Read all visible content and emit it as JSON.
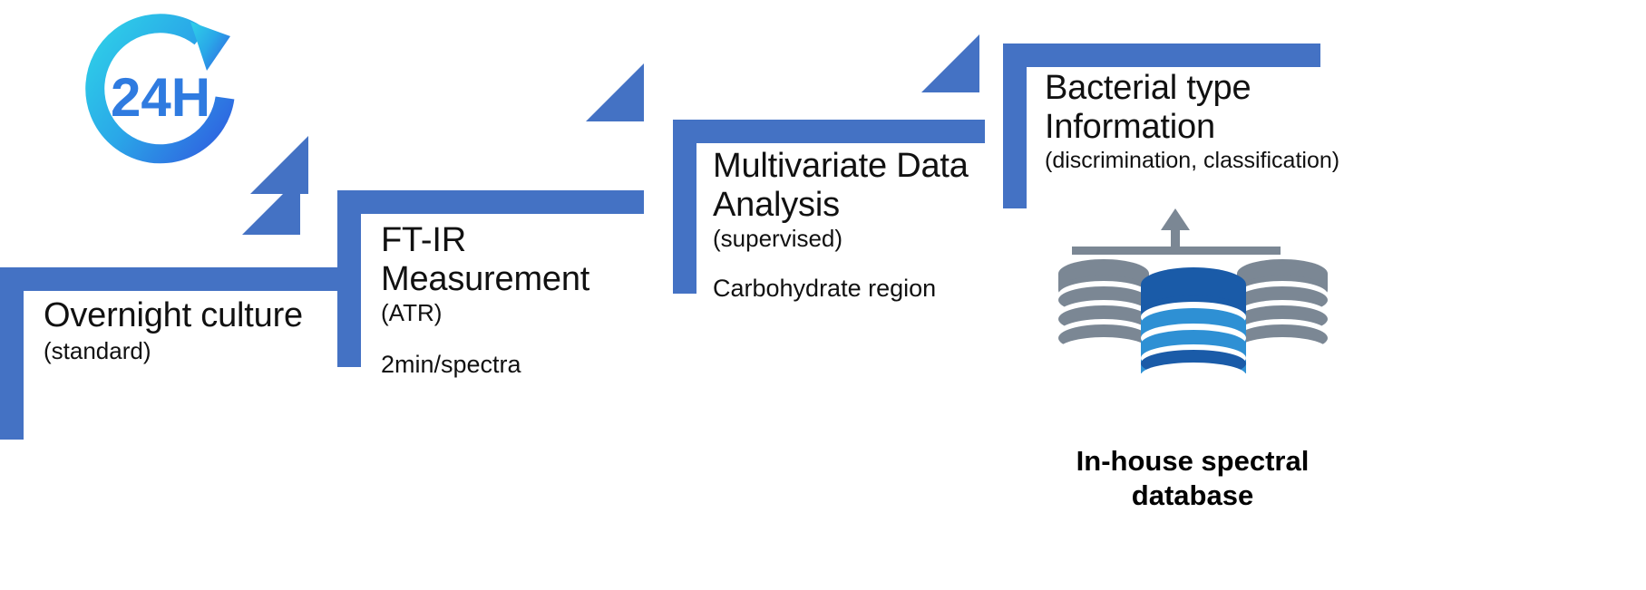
{
  "theme": {
    "accent": "#4472C4",
    "text": "#111111",
    "db_gray": "#7B8794",
    "db_blue_dark": "#1A5BA8",
    "db_blue_light": "#2E90D4",
    "icon_cyan": "#27C6E6",
    "icon_blue": "#2F6BE4",
    "background": "#FFFFFF"
  },
  "diagram": {
    "type": "staircase-workflow",
    "step_count": 4,
    "steps": [
      {
        "index": 1,
        "title": "Overnight culture",
        "subtitle": "(standard)",
        "note": "",
        "icon": "24h-cycle-icon",
        "icon_label": "24H"
      },
      {
        "index": 2,
        "title": "FT-IR\nMeasurement",
        "subtitle": "(ATR)",
        "note": "2min/spectra",
        "icon": "",
        "icon_label": ""
      },
      {
        "index": 3,
        "title": "Multivariate Data\nAnalysis",
        "subtitle": "(supervised)",
        "note": "Carbohydrate region",
        "icon": "",
        "icon_label": ""
      },
      {
        "index": 4,
        "title": "Bacterial type\nInformation",
        "subtitle": "(discrimination, classification)",
        "note": "",
        "icon": "database-stack-icon",
        "icon_label": ""
      }
    ],
    "database": {
      "caption": "In-house spectral\ndatabase",
      "icon": "database-stack-icon",
      "arrow": "up-arrow-icon",
      "stack_count": 3
    }
  }
}
